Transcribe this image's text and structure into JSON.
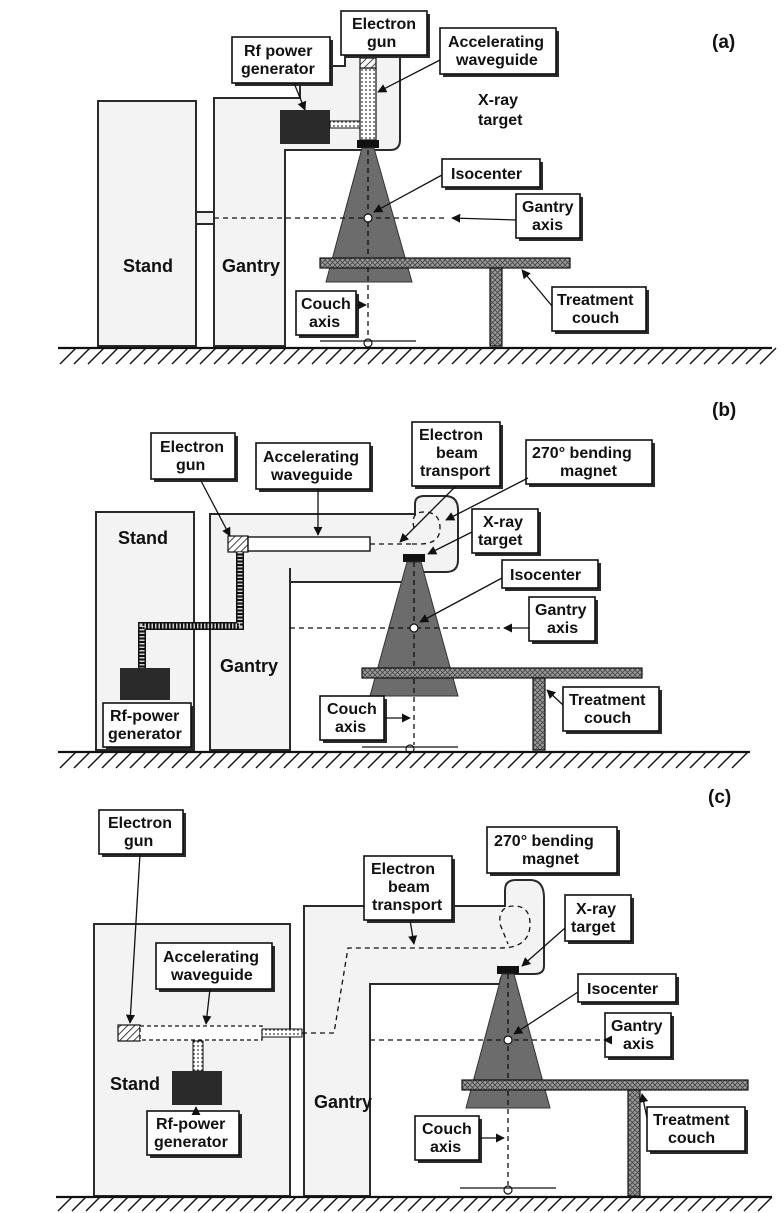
{
  "panels": {
    "a": {
      "letter": "(a)",
      "stand": "Stand",
      "gantry": "Gantry",
      "rf_l1": "Rf power",
      "rf_l2": "generator",
      "gun_l1": "Electron",
      "gun_l2": "gun",
      "wg_l1": "Accelerating",
      "wg_l2": "waveguide",
      "target_l1": "X-ray",
      "target_l2": "target",
      "isocenter": "Isocenter",
      "gantry_axis_l1": "Gantry",
      "gantry_axis_l2": "axis",
      "couch_axis_l1": "Couch",
      "couch_axis_l2": "axis",
      "couch_l1": "Treatment",
      "couch_l2": "couch"
    },
    "b": {
      "letter": "(b)",
      "stand": "Stand",
      "gantry": "Gantry",
      "gun_l1": "Electron",
      "gun_l2": "gun",
      "wg_l1": "Accelerating",
      "wg_l2": "waveguide",
      "beam_l1": "Electron",
      "beam_l2": "beam",
      "beam_l3": "transport",
      "magnet_l1": "270° bending",
      "magnet_l2": "magnet",
      "target_l1": "X-ray",
      "target_l2": "target",
      "isocenter": "Isocenter",
      "gantry_axis_l1": "Gantry",
      "gantry_axis_l2": "axis",
      "couch_l1": "Treatment",
      "couch_l2": "couch",
      "couch_axis_l1": "Couch",
      "couch_axis_l2": "axis",
      "rf_l1": "Rf-power",
      "rf_l2": "generator"
    },
    "c": {
      "letter": "(c)",
      "stand": "Stand",
      "gantry": "Gantry",
      "gun_l1": "Electron",
      "gun_l2": "gun",
      "beam_l1": "Electron",
      "beam_l2": "beam",
      "beam_l3": "transport",
      "magnet_l1": "270° bending",
      "magnet_l2": "magnet",
      "target_l1": "X-ray",
      "target_l2": "target",
      "wg_l1": "Accelerating",
      "wg_l2": "waveguide",
      "isocenter": "Isocenter",
      "gantry_axis_l1": "Gantry",
      "gantry_axis_l2": "axis",
      "couch_l1": "Treatment",
      "couch_l2": "couch",
      "couch_axis_l1": "Couch",
      "couch_axis_l2": "axis",
      "rf_l1": "Rf-power",
      "rf_l2": "generator"
    }
  }
}
